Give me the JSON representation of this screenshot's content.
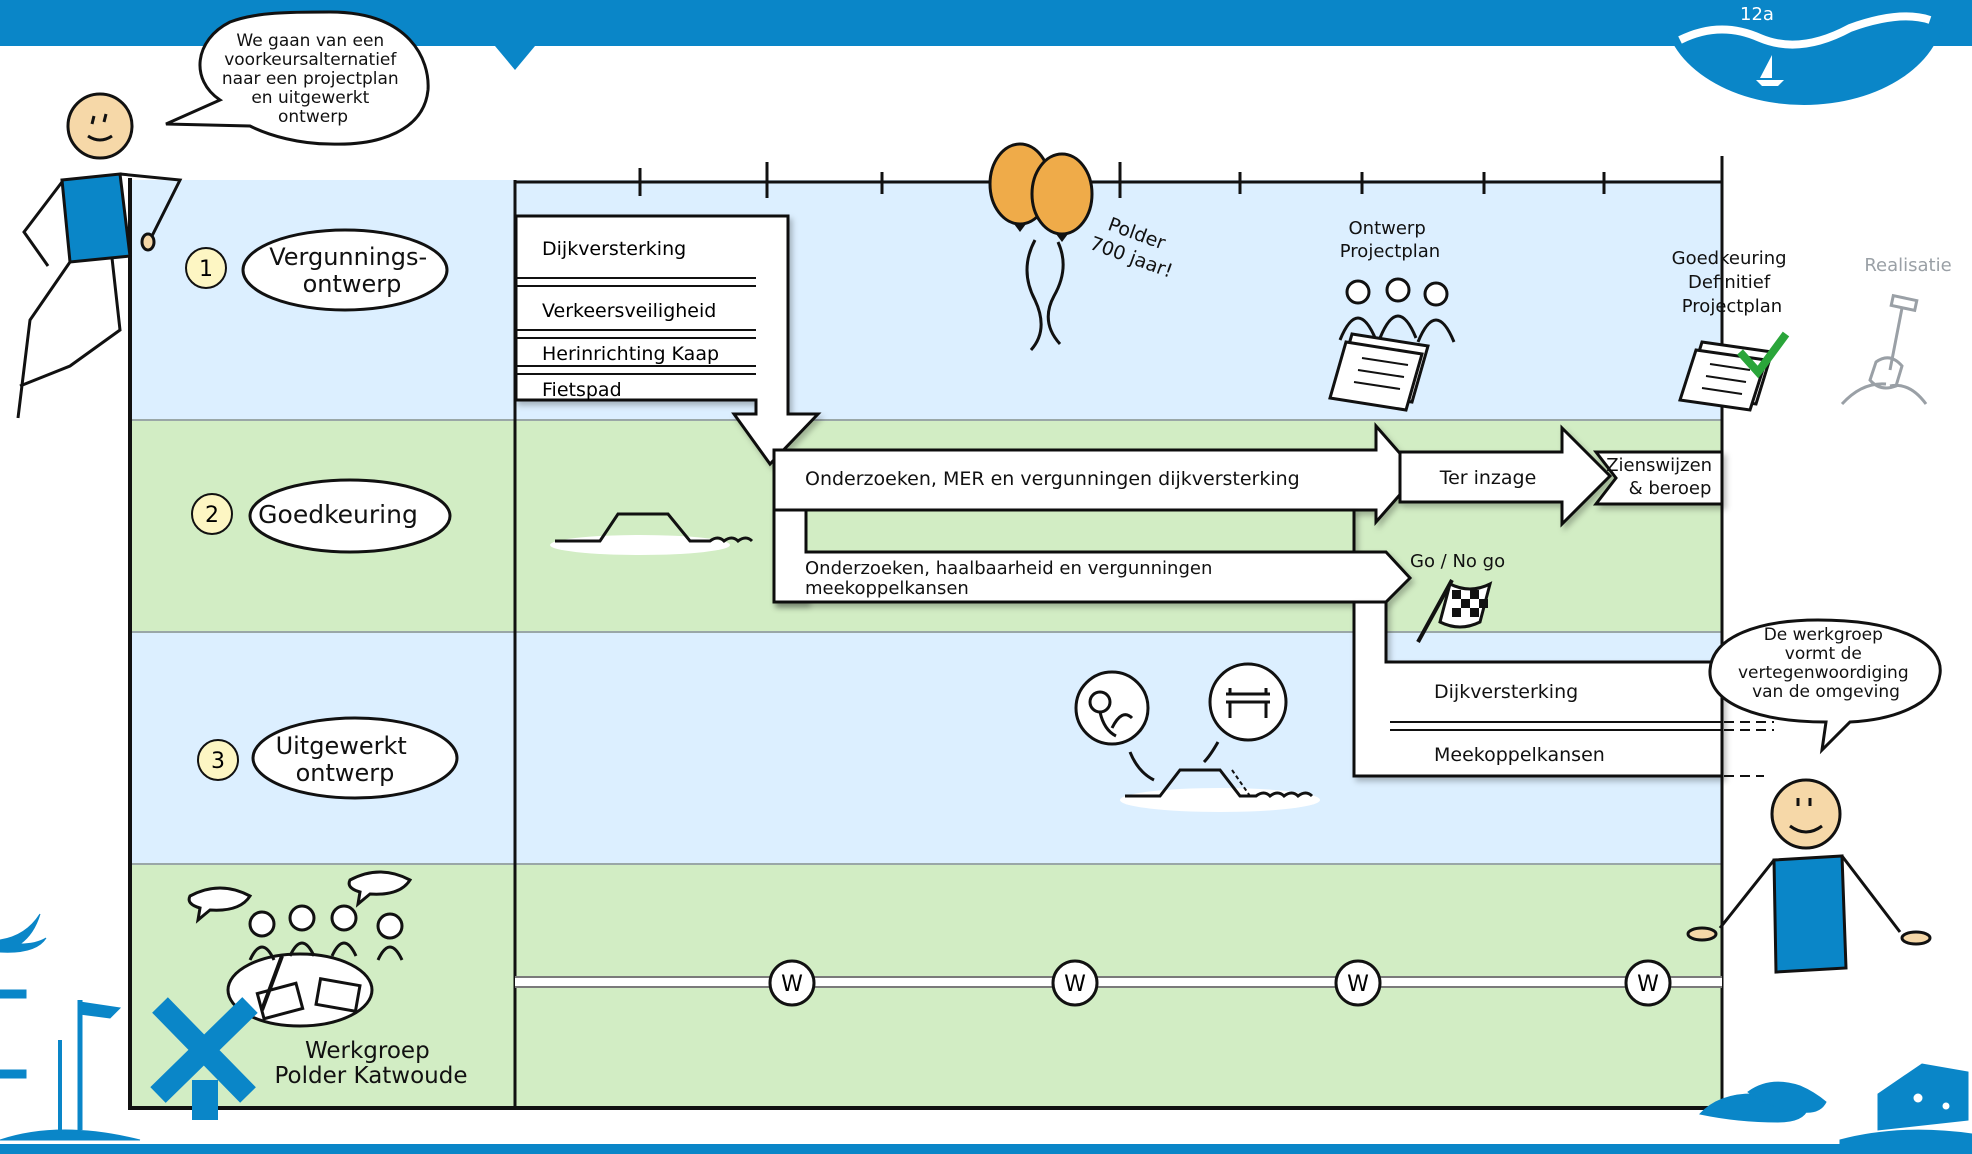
{
  "logo": {
    "number": "12a"
  },
  "speech_intro": {
    "lines": [
      "We gaan van een",
      "voorkeursalternatief",
      "naar een projectplan",
      "en uitgewerkt",
      "ontwerp"
    ]
  },
  "speech_workgroup": {
    "lines": [
      "De werkgroep",
      "vormt de",
      "vertegenwoordiging",
      "van de omgeving"
    ]
  },
  "phases": [
    {
      "number": "1",
      "lines": [
        "Vergunnings-",
        "ontwerp"
      ]
    },
    {
      "number": "2",
      "lines": [
        "Goedkeuring"
      ]
    },
    {
      "number": "3",
      "lines": [
        "Uitgewerkt",
        "ontwerp"
      ]
    }
  ],
  "workgroup": {
    "lines": [
      "Werkgroep",
      "Polder Katwoude"
    ]
  },
  "topics_row1": [
    "Dijkversterking",
    "Verkeersveiligheid",
    "Herinrichting Kaap",
    "Fietspad"
  ],
  "balloon": {
    "lines": [
      "Polder",
      "700 jaar!"
    ]
  },
  "milestones": {
    "ontwerp": [
      "Ontwerp",
      "Projectplan"
    ],
    "goedkeuring": [
      "Goedkeuring",
      "Definitief",
      "Projectplan"
    ],
    "realisatie": "Realisatie"
  },
  "arrows": {
    "onderzoeken_mer": "Onderzoeken, MER en vergunningen dijkversterking",
    "ter_inzage": "Ter inzage",
    "zienswijzen": [
      "Zienswijzen",
      "& beroep"
    ],
    "haalbaarheid": [
      "Onderzoeken, haalbaarheid en vergunningen",
      "meekoppelkansen"
    ],
    "go_no_go": "Go / No go"
  },
  "topics_row3": [
    "Dijkversterking",
    "Meekoppelkansen"
  ],
  "workshops": [
    "W",
    "W",
    "W",
    "W"
  ],
  "colors": {
    "brand_blue": "#0a86c8",
    "lane_blue": "#dcefff",
    "lane_green": "#d2edc4",
    "number_circle": "#fdf6c3",
    "balloon": "#efab49",
    "check": "#2aa53a",
    "skin": "#f6d8a8"
  }
}
